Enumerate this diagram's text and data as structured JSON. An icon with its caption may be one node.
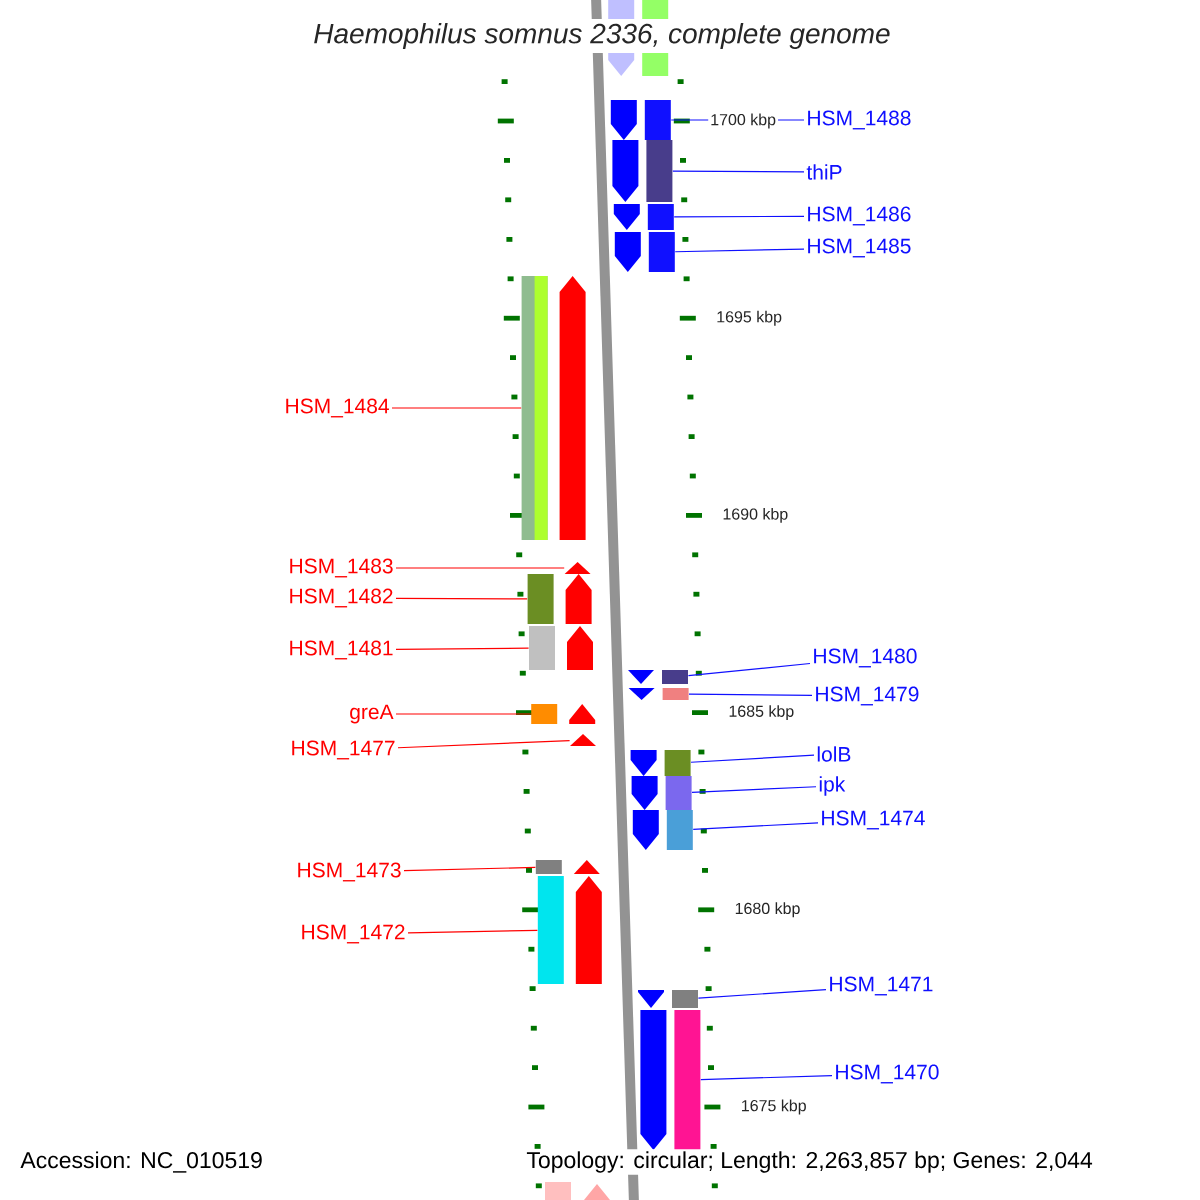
{
  "diagram": {
    "title": "Haemophilus somnus 2336, complete genome",
    "nodes": [
      {
        "text": [
          "HSM_1488"
        ]
      },
      {
        "text": [],
        "shape": "bar"
      },
      {
        "text": [
          "thiP"
        ]
      },
      {
        "text": [],
        "shape": "bar"
      },
      {
        "text": [
          "HSM_1486"
        ]
      },
      {
        "text": [],
        "shape": "bar"
      },
      {
        "text": [
          "HSM_1485"
        ]
      },
      {
        "text": [],
        "shape": "bar"
      },
      {
        "text": [
          "HSM_1484"
        ]
      },
      {
        "text": [],
        "shape": "bar"
      },
      {
        "text": [
          "HSM_1483"
        ]
      },
      {
        "text": [],
        "shape": "triangle"
      },
      {
        "text": [
          "HSM_1482"
        ]
      },
      {
        "text": [],
        "shape": "bar"
      },
      {
        "text": [
          "HSM_1481"
        ]
      },
      {
        "text": [],
        "shape": "bar"
      },
      {
        "text": [
          "HSM_1480"
        ]
      },
      {
        "text": [],
        "shape": "bar"
      },
      {
        "text": [
          "HSM_1479"
        ]
      },
      {
        "text": [],
        "shape": "bar"
      },
      {
        "text": [
          "greA"
        ]
      },
      {
        "text": [],
        "shape": "bar"
      },
      {
        "text": [
          "HSM_1477"
        ]
      },
      {
        "text": [],
        "shape": "triangle"
      },
      {
        "text": [
          "lolB"
        ]
      },
      {
        "text": [],
        "shape": "bar"
      },
      {
        "text": [
          "ipk"
        ]
      },
      {
        "text": [],
        "shape": "bar"
      },
      {
        "text": [
          "HSM_1474"
        ]
      },
      {
        "text": [],
        "shape": "bar"
      },
      {
        "text": [
          "HSM_1473"
        ]
      },
      {
        "text": [],
        "shape": "bar"
      },
      {
        "text": [
          "HSM_1472"
        ]
      },
      {
        "text": [],
        "shape": "bar"
      },
      {
        "text": [
          "HSM_1471"
        ]
      },
      {
        "text": [],
        "shape": "bar"
      },
      {
        "text": [
          "HSM_1470"
        ]
      },
      {
        "text": [],
        "shape": "bar"
      }
    ],
    "edges": [
      {
        "from": 0,
        "to": 1,
        "arrow": "none"
      },
      {
        "from": 2,
        "to": 3,
        "arrow": "none"
      },
      {
        "from": 4,
        "to": 5,
        "arrow": "none"
      },
      {
        "from": 6,
        "to": 7,
        "arrow": "none"
      },
      {
        "from": 8,
        "to": 9,
        "arrow": "none",
        "color": "#ff0000"
      },
      {
        "from": 10,
        "to": 11,
        "arrow": "none",
        "color": "#ff0000"
      },
      {
        "from": 12,
        "to": 13,
        "arrow": "none",
        "color": "#ff0000"
      },
      {
        "from": 14,
        "to": 15,
        "arrow": "none",
        "color": "#ff0000"
      },
      {
        "from": 16,
        "to": 17,
        "arrow": "none"
      },
      {
        "from": 18,
        "to": 19,
        "arrow": "none"
      },
      {
        "from": 20,
        "to": 21,
        "arrow": "none",
        "color": "#ff0000"
      },
      {
        "from": 22,
        "to": 23,
        "arrow": "none",
        "color": "#ff0000"
      },
      {
        "from": 24,
        "to": 25,
        "arrow": "none"
      },
      {
        "from": 26,
        "to": 27,
        "arrow": "none"
      },
      {
        "from": 28,
        "to": 29,
        "arrow": "none"
      },
      {
        "from": 30,
        "to": 31,
        "arrow": "none",
        "color": "#ff0000"
      },
      {
        "from": 32,
        "to": 33,
        "arrow": "none",
        "color": "#ff0000"
      },
      {
        "from": 34,
        "to": 35,
        "arrow": "none"
      },
      {
        "from": 36,
        "to": 37,
        "arrow": "none"
      }
    ],
    "labels": [
      "1700 kbp",
      "1695 kbp",
      "1690 kbp",
      "1685 kbp",
      "1680 kbp",
      "1675 kbp",
      "Accession: NC_010519",
      "Topology: circular; Length: 2,263,857 bp; Genes: 2,044"
    ]
  }
}
